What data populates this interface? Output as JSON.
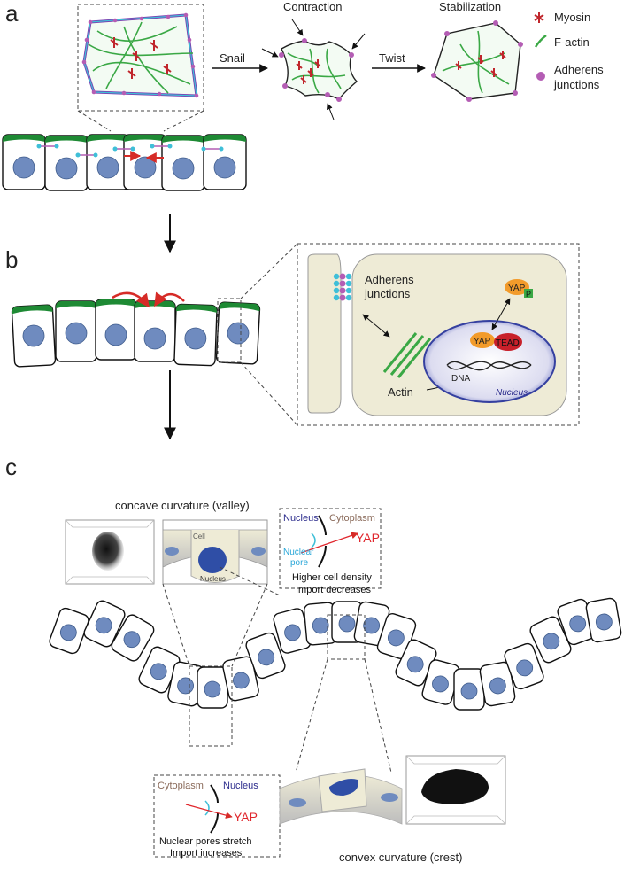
{
  "panels": {
    "a": "a",
    "b": "b",
    "c": "c"
  },
  "panel_a": {
    "snail": "Snail",
    "twist": "Twist",
    "contraction": "Contraction",
    "stabilization": "Stabilization",
    "legend": {
      "myosin": "Myosin",
      "factin": "F-actin",
      "adherens_1": "Adherens",
      "adherens_2": "junctions"
    }
  },
  "panel_b": {
    "adherens_1": "Adherens",
    "adherens_2": "junctions",
    "actin": "Actin",
    "yap": "YAP",
    "p": "P",
    "tead": "TEAD",
    "dna": "DNA",
    "nucleus": "Nucleus"
  },
  "panel_c": {
    "concave_title": "concave curvature (valley)",
    "convex_title": "convex curvature (crest)",
    "cell": "Cell",
    "nucleus": "Nucleus",
    "top_box": {
      "nucleus": "Nucleus",
      "cytoplasm": "Cytoplasm",
      "yap": "YAP",
      "pore_1": "Nuclear",
      "pore_2": "pore",
      "line1": "Higher cell density",
      "line2": "Import decreases"
    },
    "bottom_box": {
      "cytoplasm": "Cytoplasm",
      "nucleus": "Nucleus",
      "yap": "YAP",
      "line1": "Nuclear pores stretch",
      "line2": "Import increases"
    }
  },
  "colors": {
    "actin": "#3aa845",
    "myosin": "#c0262c",
    "junction": "#b45db4",
    "nucleus": "#6f8bbf",
    "cap": "#1e8a34",
    "yap": "#f29b2b",
    "tead": "#c8202a",
    "nucleus_text": "#2b2b8c",
    "cytoplasm_text": "#8a6a5a",
    "pore_text": "#2aa7d8",
    "yap_text": "#e0262c",
    "cell_fill": "#eeebd6"
  }
}
